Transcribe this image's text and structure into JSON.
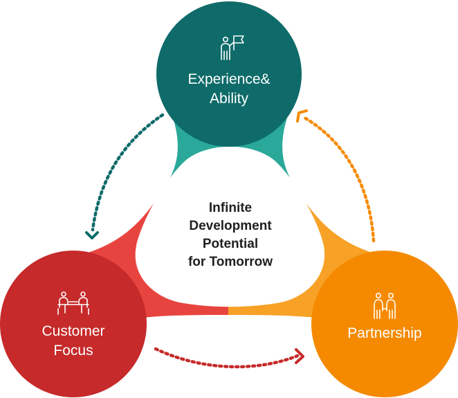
{
  "center": {
    "lines": [
      "Infinite",
      "Development",
      "Potential",
      "for Tomorrow"
    ]
  },
  "nodes": [
    {
      "id": "experience",
      "lines": [
        "Experience&",
        "Ability"
      ],
      "icon": "person-flag-icon",
      "color": "#0e6b69"
    },
    {
      "id": "customer",
      "lines": [
        "Customer",
        "Focus"
      ],
      "icon": "meeting-table-icon",
      "color": "#c62a2a"
    },
    {
      "id": "partnership",
      "lines": [
        "Partnership"
      ],
      "icon": "two-people-icon",
      "color": "#f58a00"
    }
  ],
  "connectors": [
    {
      "from": "experience",
      "to": "customer",
      "color": "#0e6b69"
    },
    {
      "from": "customer",
      "to": "partnership",
      "color": "#c62a2a"
    },
    {
      "from": "partnership",
      "to": "experience",
      "color": "#f58a00"
    }
  ],
  "band_colors": {
    "teal": "#2aa89a",
    "red": "#e8443f",
    "orange": "#f7a126"
  }
}
